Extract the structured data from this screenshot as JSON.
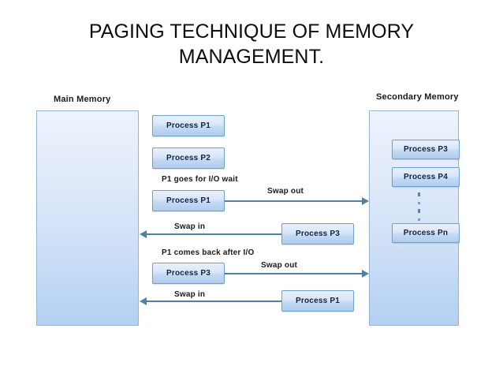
{
  "slide": {
    "title_line_1": "PAGING TECHNIQUE OF MEMORY",
    "title_line_2": "MANAGEMENT.",
    "background_color": "#ffffff"
  },
  "diagram": {
    "type": "memory-swapping-diagram",
    "main_memory": {
      "label": "Main Memory",
      "fill_top_color": "#eef3fc",
      "fill_bottom_color": "#b3d0f2",
      "border_color": "#9ab3cc"
    },
    "secondary_memory": {
      "label": "Secondary Memory",
      "fill_top_color": "#eef3fc",
      "fill_bottom_color": "#b3d0f2",
      "border_color": "#9ab3cc",
      "processes": [
        {
          "label": "Process P3"
        },
        {
          "label": "Process P4"
        },
        {
          "label": "Process Pn"
        }
      ],
      "ellipsis_symbol": "vertical-dots"
    },
    "queue_processes": [
      {
        "label": "Process P1"
      },
      {
        "label": "Process P2"
      }
    ],
    "annotations": [
      {
        "text": "P1 goes for I/O wait"
      },
      {
        "text": "P1 comes back after I/O"
      }
    ],
    "transfers": [
      {
        "process_label": "Process P1",
        "arrow_label": "Swap out",
        "direction": "main-to-secondary"
      },
      {
        "process_label": "Process P3",
        "arrow_label": "Swap in",
        "direction": "secondary-to-main"
      },
      {
        "process_label": "Process P3",
        "arrow_label": "Swap out",
        "direction": "main-to-secondary"
      },
      {
        "process_label": "Process P1",
        "arrow_label": "Swap in",
        "direction": "secondary-to-main"
      }
    ],
    "process_box_style": {
      "fill_top_color": "#e8f0fb",
      "fill_bottom_color": "#aecdee",
      "border_color": "#6f9fd0",
      "text_color": "#14213d"
    },
    "arrow_color": "#4f81a8"
  }
}
